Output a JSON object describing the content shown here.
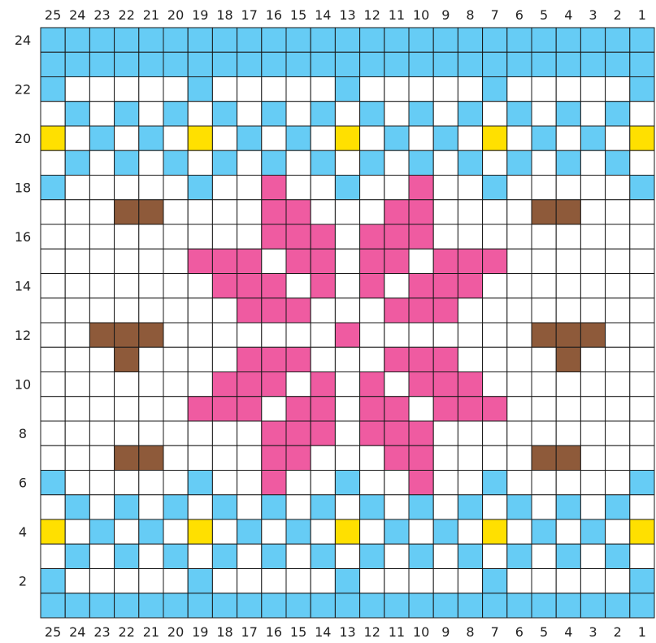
{
  "colors": {
    "background": "#ffffff",
    "grid_line": "#1a1a1a",
    "label_text": "#222222",
    "legend": {
      "0": "#ffffff",
      "B": "#66ccf5",
      "Y": "#ffe000",
      "P": "#ef5ba1",
      "R": "#8e5a3a"
    }
  },
  "chart_data": {
    "type": "heatmap",
    "title": "",
    "columns": [
      "25",
      "24",
      "23",
      "22",
      "21",
      "20",
      "19",
      "18",
      "17",
      "16",
      "15",
      "14",
      "13",
      "12",
      "11",
      "10",
      "9",
      "8",
      "7",
      "6",
      "5",
      "4",
      "3",
      "2",
      "1"
    ],
    "row_labels": [
      "24",
      "",
      "22",
      "",
      "20",
      "",
      "18",
      "",
      "16",
      "",
      "14",
      "",
      "12",
      "",
      "10",
      "",
      "8",
      "",
      "6",
      "",
      "4",
      "",
      "2",
      ""
    ],
    "rows": [
      "BBBBBBBBBBBBBBBBBBBBBBBBB",
      "BBBBBBBBBBBBBBBBBBBBBBBBB",
      "B00000B00000B00000B00000B",
      "0B0B0B0B0B0B0B0B0B0B0B0B0",
      "Y0B0B0Y0B0B0Y0B0B0Y0B0B0Y",
      "0B0B0B0B0B0B0B0B0B0B0B0B0",
      "B00000B00P00B00P00B00000B",
      "000RR0000PP000PP0000RR000",
      "000000000PPP0PPP000000000",
      "000000PPP0PP0PP0PPP000000",
      "0000000PPP0P0P0PPP0000000",
      "00000000PPP000PPP00000000",
      "00RRR0000000P0000000RRR00",
      "000R0000PPP000PPP0000R000",
      "0000000PPP0P0P0PPP0000000",
      "000000PPP0PP0PP0PPP000000",
      "000000000PPP0PPP000000000",
      "000RR0000PP000PP0000RR000",
      "B00000B00P00B00P00B00000B",
      "0B0B0B0B0B0B0B0B0B0B0B0B0",
      "Y0B0B0Y0B0B0Y0B0B0Y0B0B0Y",
      "0B0B0B0B0B0B0B0B0B0B0B0B0",
      "B00000B00000B00000B00000B",
      "BBBBBBBBBBBBBBBBBBBBBBBBB"
    ]
  }
}
